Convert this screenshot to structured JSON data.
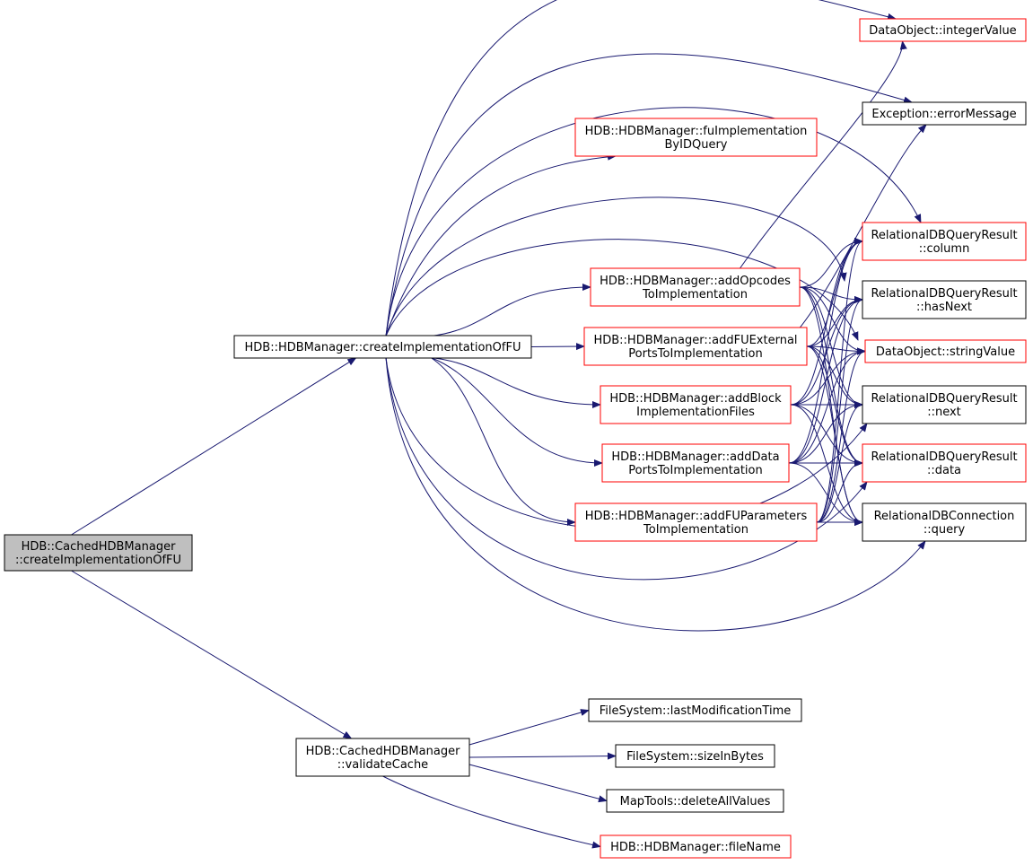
{
  "colors": {
    "edge": "#191970",
    "root_fill": "#bfbfbf",
    "red_border": "#ff0000",
    "black_border": "#000000"
  },
  "nodes": {
    "root": {
      "lines": [
        "HDB::CachedHDBManager",
        "::createImplementationOfFU"
      ],
      "border": "black",
      "highlighted": true
    },
    "createImpl": {
      "lines": [
        "HDB::HDBManager::createImplementationOfFU"
      ],
      "border": "black"
    },
    "validateCache": {
      "lines": [
        "HDB::CachedHDBManager",
        "::validateCache"
      ],
      "border": "black"
    },
    "fuImplById": {
      "lines": [
        "HDB::HDBManager::fuImplementation",
        "ByIDQuery"
      ],
      "border": "red"
    },
    "addOpcodes": {
      "lines": [
        "HDB::HDBManager::addOpcodes",
        "ToImplementation"
      ],
      "border": "red"
    },
    "addFUExternal": {
      "lines": [
        "HDB::HDBManager::addFUExternal",
        "PortsToImplementation"
      ],
      "border": "red"
    },
    "addBlock": {
      "lines": [
        "HDB::HDBManager::addBlock",
        "ImplementationFiles"
      ],
      "border": "red"
    },
    "addData": {
      "lines": [
        "HDB::HDBManager::addData",
        "PortsToImplementation"
      ],
      "border": "red"
    },
    "addFUParams": {
      "lines": [
        "HDB::HDBManager::addFUParameters",
        "ToImplementation"
      ],
      "border": "red"
    },
    "integerValue": {
      "lines": [
        "DataObject::integerValue"
      ],
      "border": "red"
    },
    "errorMessage": {
      "lines": [
        "Exception::errorMessage"
      ],
      "border": "black"
    },
    "column": {
      "lines": [
        "RelationalDBQueryResult",
        "::column"
      ],
      "border": "red"
    },
    "hasNext": {
      "lines": [
        "RelationalDBQueryResult",
        "::hasNext"
      ],
      "border": "black"
    },
    "stringValue": {
      "lines": [
        "DataObject::stringValue"
      ],
      "border": "red"
    },
    "next": {
      "lines": [
        "RelationalDBQueryResult",
        "::next"
      ],
      "border": "black"
    },
    "data": {
      "lines": [
        "RelationalDBQueryResult",
        "::data"
      ],
      "border": "red"
    },
    "query": {
      "lines": [
        "RelationalDBConnection",
        "::query"
      ],
      "border": "black"
    },
    "lastMod": {
      "lines": [
        "FileSystem::lastModificationTime"
      ],
      "border": "black"
    },
    "sizeInBytes": {
      "lines": [
        "FileSystem::sizeInBytes"
      ],
      "border": "black"
    },
    "deleteAll": {
      "lines": [
        "MapTools::deleteAllValues"
      ],
      "border": "black"
    },
    "fileName": {
      "lines": [
        "HDB::HDBManager::fileName"
      ],
      "border": "red"
    }
  },
  "edges": [
    [
      "root",
      "createImpl"
    ],
    [
      "root",
      "validateCache"
    ],
    [
      "createImpl",
      "integerValue"
    ],
    [
      "createImpl",
      "errorMessage"
    ],
    [
      "createImpl",
      "fuImplById"
    ],
    [
      "createImpl",
      "column"
    ],
    [
      "createImpl",
      "hasNext"
    ],
    [
      "createImpl",
      "stringValue"
    ],
    [
      "createImpl",
      "next"
    ],
    [
      "createImpl",
      "data"
    ],
    [
      "createImpl",
      "query"
    ],
    [
      "createImpl",
      "addOpcodes"
    ],
    [
      "createImpl",
      "addFUExternal"
    ],
    [
      "createImpl",
      "addBlock"
    ],
    [
      "createImpl",
      "addData"
    ],
    [
      "createImpl",
      "addFUParams"
    ],
    [
      "addOpcodes",
      "integerValue"
    ],
    [
      "addOpcodes",
      "column"
    ],
    [
      "addOpcodes",
      "hasNext"
    ],
    [
      "addOpcodes",
      "stringValue"
    ],
    [
      "addOpcodes",
      "next"
    ],
    [
      "addOpcodes",
      "data"
    ],
    [
      "addOpcodes",
      "query"
    ],
    [
      "addFUExternal",
      "errorMessage"
    ],
    [
      "addFUExternal",
      "column"
    ],
    [
      "addFUExternal",
      "hasNext"
    ],
    [
      "addFUExternal",
      "stringValue"
    ],
    [
      "addFUExternal",
      "next"
    ],
    [
      "addFUExternal",
      "data"
    ],
    [
      "addFUExternal",
      "query"
    ],
    [
      "addBlock",
      "column"
    ],
    [
      "addBlock",
      "hasNext"
    ],
    [
      "addBlock",
      "stringValue"
    ],
    [
      "addBlock",
      "next"
    ],
    [
      "addBlock",
      "data"
    ],
    [
      "addBlock",
      "query"
    ],
    [
      "addData",
      "column"
    ],
    [
      "addData",
      "hasNext"
    ],
    [
      "addData",
      "stringValue"
    ],
    [
      "addData",
      "next"
    ],
    [
      "addData",
      "data"
    ],
    [
      "addData",
      "query"
    ],
    [
      "addFUParams",
      "column"
    ],
    [
      "addFUParams",
      "hasNext"
    ],
    [
      "addFUParams",
      "stringValue"
    ],
    [
      "addFUParams",
      "next"
    ],
    [
      "addFUParams",
      "data"
    ],
    [
      "addFUParams",
      "query"
    ],
    [
      "validateCache",
      "lastMod"
    ],
    [
      "validateCache",
      "sizeInBytes"
    ],
    [
      "validateCache",
      "deleteAll"
    ],
    [
      "validateCache",
      "fileName"
    ]
  ]
}
